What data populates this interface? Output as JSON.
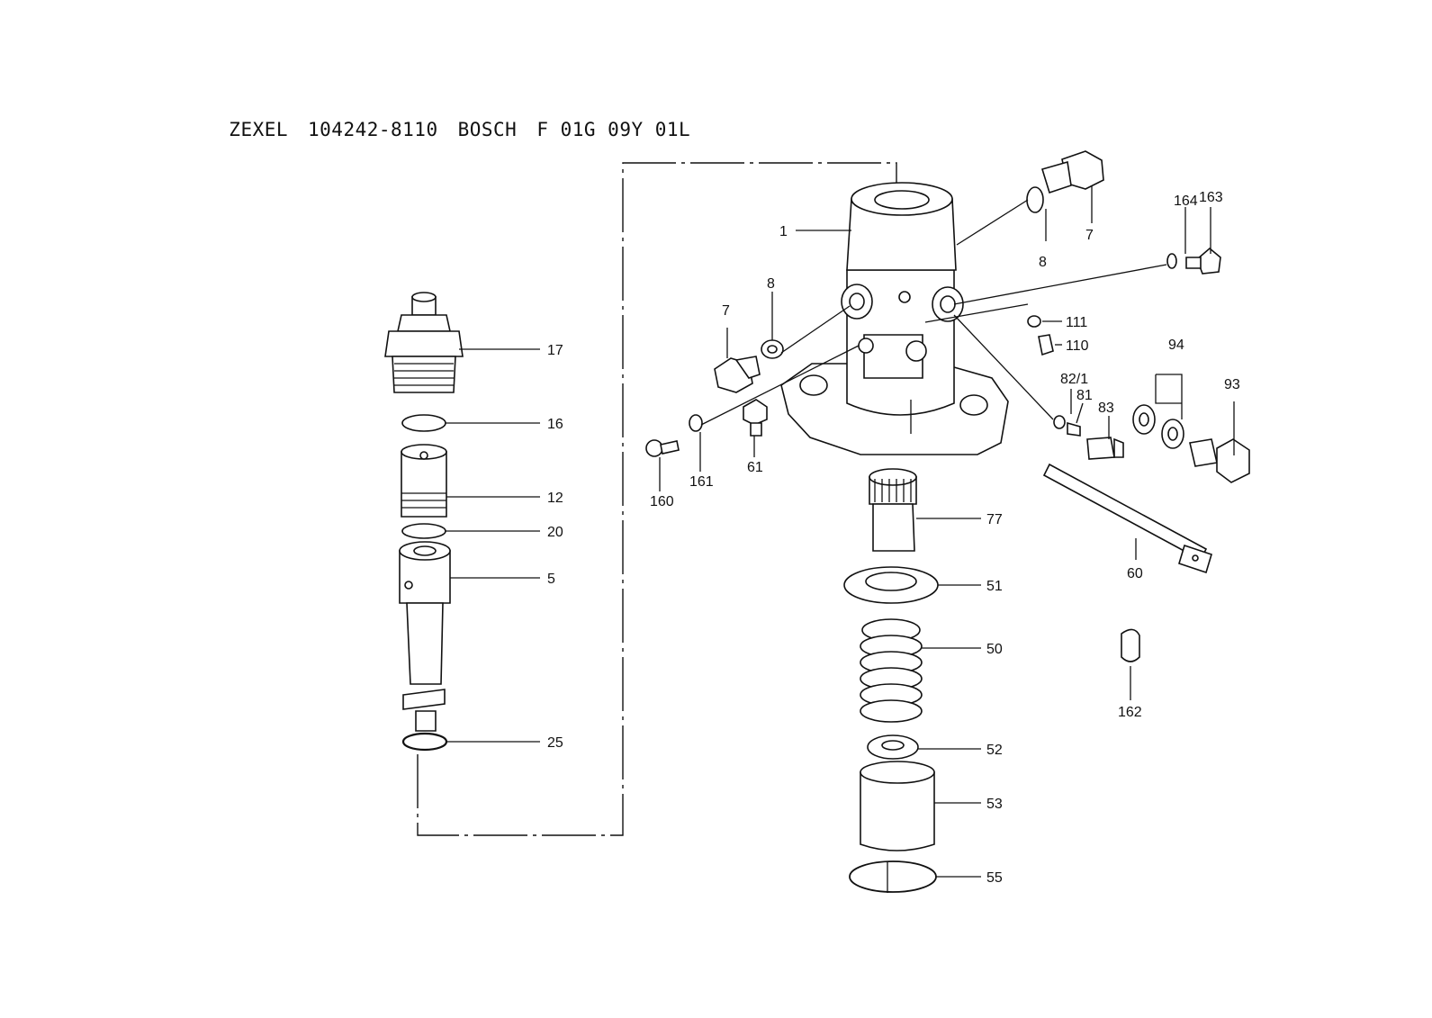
{
  "header": {
    "maker": "ZEXEL",
    "zexel_number": "104242-8110",
    "brand": "BOSCH",
    "bosch_number": "F 01G 09Y 01L"
  },
  "callouts": {
    "c1": "1",
    "c7a": "7",
    "c8a": "8",
    "c7b": "7",
    "c8b": "8",
    "c164": "164",
    "c163": "163",
    "c111": "111",
    "c110": "110",
    "c82": "82/1",
    "c81": "81",
    "c83": "83",
    "c94": "94",
    "c93": "93",
    "c160": "160",
    "c161": "161",
    "c61": "61",
    "c77": "77",
    "c60": "60",
    "c51": "51",
    "c50": "50",
    "c52": "52",
    "c53": "53",
    "c55": "55",
    "c162": "162",
    "c17": "17",
    "c16": "16",
    "c12": "12",
    "c20": "20",
    "c5": "5",
    "c25": "25"
  }
}
